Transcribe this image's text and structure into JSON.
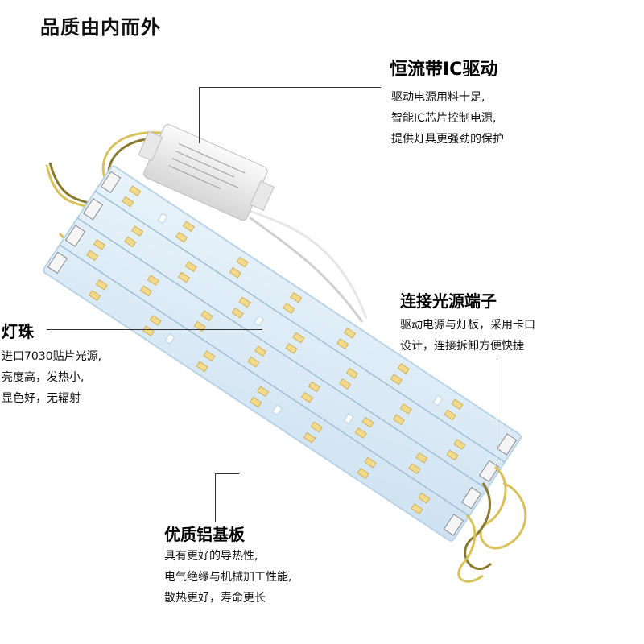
{
  "page_title": "品质由内而外",
  "sections": {
    "driver": {
      "title": "恒流带IC驱动",
      "lines": [
        "驱动电源用料十足,",
        "智能IC芯片控制电源,",
        "提供灯具更强劲的保护"
      ]
    },
    "led": {
      "title": "灯珠",
      "lines": [
        "进口7030贴片光源,",
        "亮度高，发热小,",
        "显色好，无辐射"
      ]
    },
    "connector": {
      "title": "连接光源端子",
      "lines": [
        "驱动电源与灯板，采用卡口",
        "设计，连接拆卸方便快捷"
      ]
    },
    "board": {
      "title": "优质铝基板",
      "lines": [
        "具有更好的导热性,",
        "电气绝缘与机械加工性能,",
        "散热更好，寿命更长"
      ]
    }
  },
  "colors": {
    "board": "#dfeef8",
    "board_edge": "#b9d3e6",
    "led": "#f3d98a",
    "wire_yellow": "#d9c15a",
    "driver": "#eeeeee"
  }
}
